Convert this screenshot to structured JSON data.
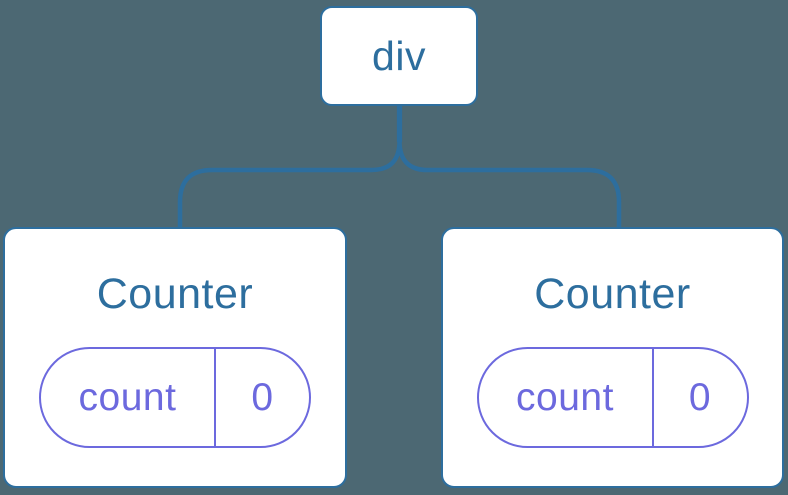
{
  "diagram": {
    "background_color": "#4C6873",
    "node_fill_color": "#FFFFFF",
    "tree_line_color": "#2D6E9E",
    "state_color": "#6C69DE",
    "root": {
      "label": "div"
    },
    "children": [
      {
        "title": "Counter",
        "state": {
          "key": "count",
          "value": "0"
        }
      },
      {
        "title": "Counter",
        "state": {
          "key": "count",
          "value": "0"
        }
      }
    ]
  }
}
